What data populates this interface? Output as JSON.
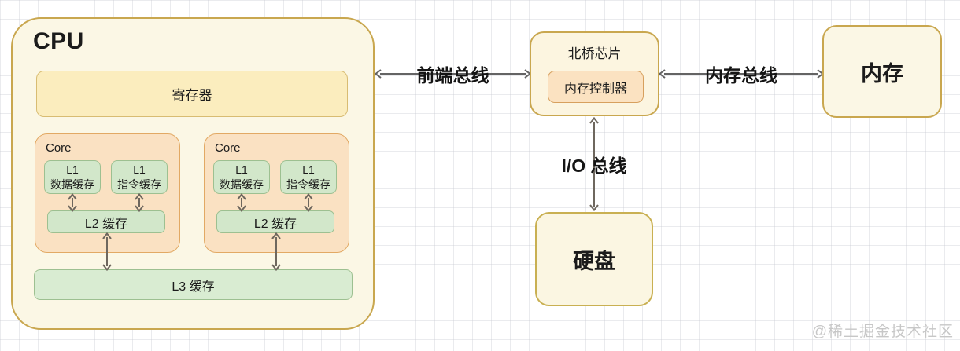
{
  "colors": {
    "outer_border": "#c9a74f",
    "outer_bg": "#fbf7e5",
    "register_bg": "#fbedbe",
    "core_bg": "#fae1c2",
    "core_border": "#e2a964",
    "cache_bg": "#d2e7ca",
    "cache_border": "#9dc091",
    "controller_bg": "#fbe2c1",
    "arrow": "#646464"
  },
  "cpu": {
    "title": "CPU",
    "register": "寄存器",
    "cores": [
      {
        "label": "Core",
        "l1_data_top": "L1",
        "l1_data_bottom": "数据缓存",
        "l1_instr_top": "L1",
        "l1_instr_bottom": "指令缓存",
        "l2": "L2 缓存"
      },
      {
        "label": "Core",
        "l1_data_top": "L1",
        "l1_data_bottom": "数据缓存",
        "l1_instr_top": "L1",
        "l1_instr_bottom": "指令缓存",
        "l2": "L2 缓存"
      }
    ],
    "l3": "L3 缓存"
  },
  "northbridge": {
    "title": "北桥芯片",
    "controller": "内存控制器"
  },
  "memory": {
    "label": "内存"
  },
  "disk": {
    "label": "硬盘"
  },
  "buses": {
    "front_side": "前端总线",
    "memory": "内存总线",
    "io": "I/O 总线"
  },
  "watermark": "@稀土掘金技术社区"
}
